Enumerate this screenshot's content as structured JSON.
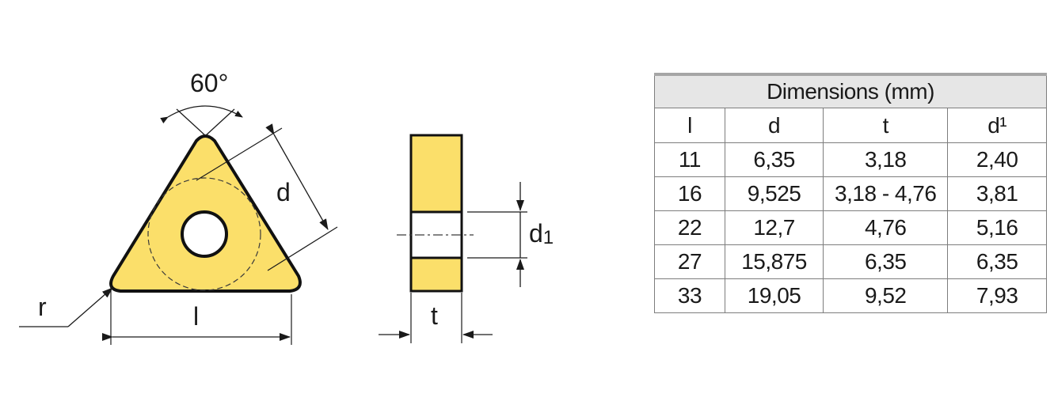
{
  "drawing": {
    "fill_color": "#fbdf6a",
    "outline_color": "#111111",
    "line_color": "#1a1a1a",
    "angle_label": "60°",
    "d_label": "d",
    "d1_label": "d",
    "d1_subscript": "1",
    "r_label": "r",
    "l_label": "l",
    "t_label": "t"
  },
  "table": {
    "title": "Dimensions (mm)",
    "headers": [
      "l",
      "d",
      "t",
      "d¹"
    ],
    "rows": [
      [
        "11",
        "6,35",
        "3,18",
        "2,40"
      ],
      [
        "16",
        "9,525",
        "3,18 - 4,76",
        "3,81"
      ],
      [
        "22",
        "12,7",
        "4,76",
        "5,16"
      ],
      [
        "27",
        "15,875",
        "6,35",
        "6,35"
      ],
      [
        "33",
        "19,05",
        "9,52",
        "7,93"
      ]
    ]
  }
}
